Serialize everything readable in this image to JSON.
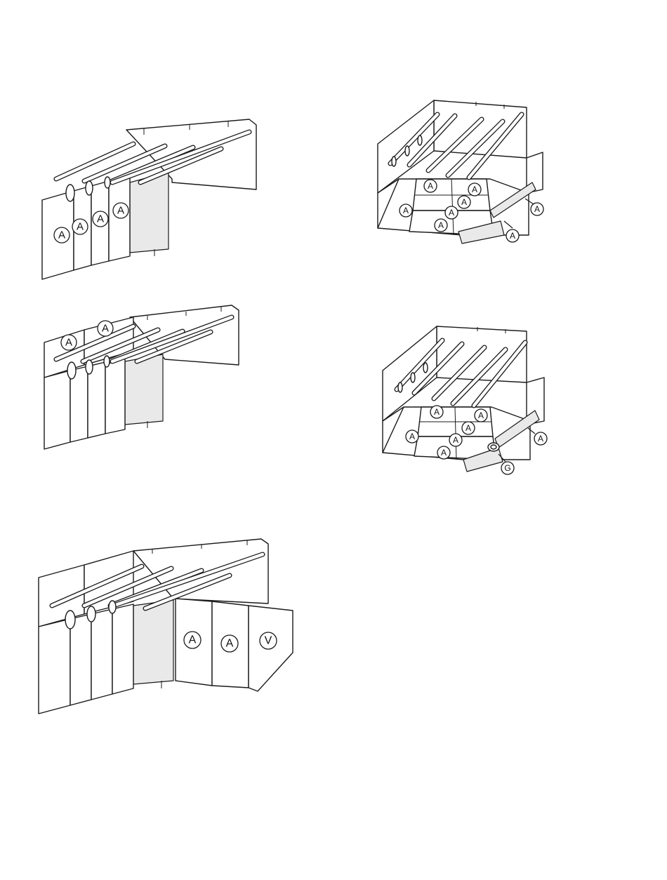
{
  "labels": {
    "a": "A",
    "v": "V",
    "g": "G"
  }
}
